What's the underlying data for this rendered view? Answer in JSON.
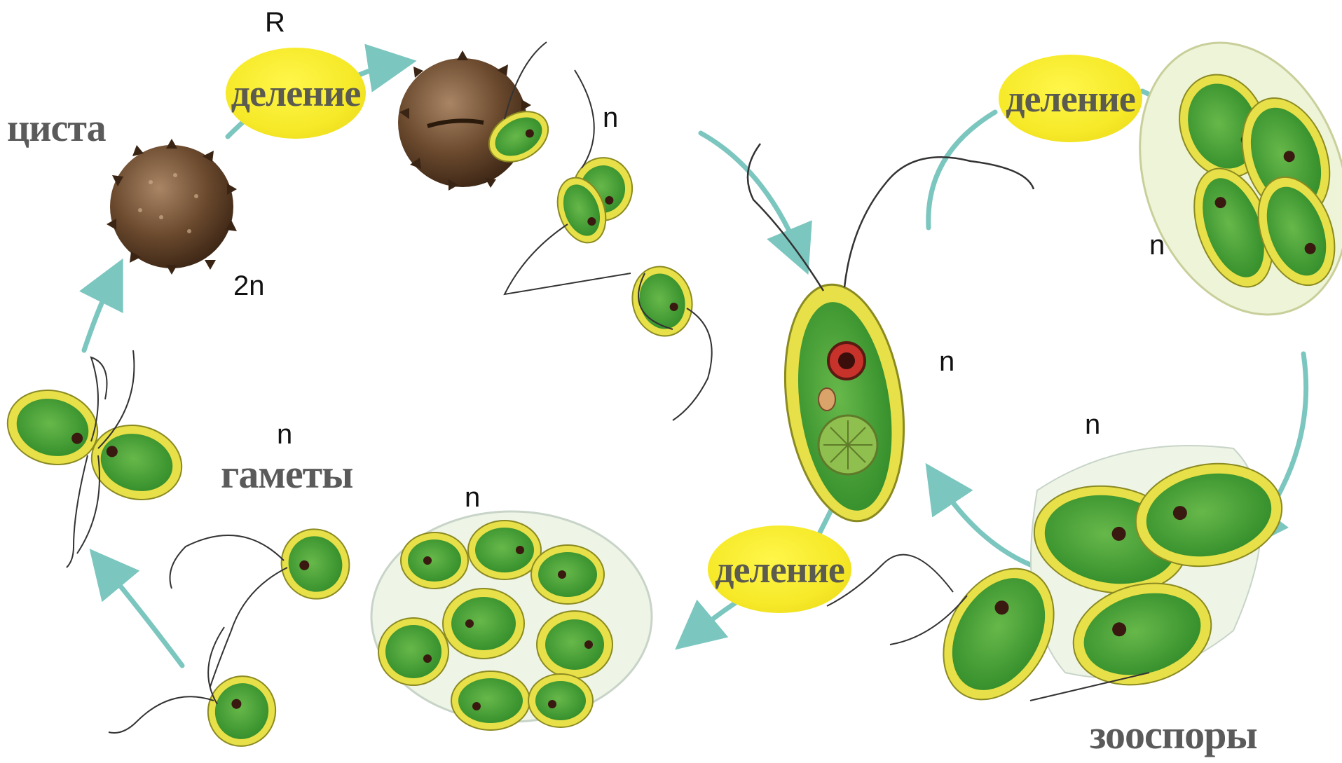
{
  "labels": {
    "r": "R",
    "ploidy_cyst": "2n",
    "ploidy_released": "n",
    "ploidy_adult": "n",
    "ploidy_dividing": "n",
    "ploidy_zoospores": "n",
    "ploidy_gametes": "n",
    "ploidy_colony": "n",
    "stage_cyst": "циста",
    "stage_gametes": "гаметы",
    "stage_zoospores": "зооспоры",
    "division_1": "деление",
    "division_2": "деление",
    "division_3": "деление"
  },
  "colors": {
    "cell_green": "#3f9a2f",
    "cell_rim": "#e8e048",
    "cyst_brown": "#6b4a2e",
    "arrow": "#7cc6c0",
    "division_fill": "#f6e928"
  }
}
